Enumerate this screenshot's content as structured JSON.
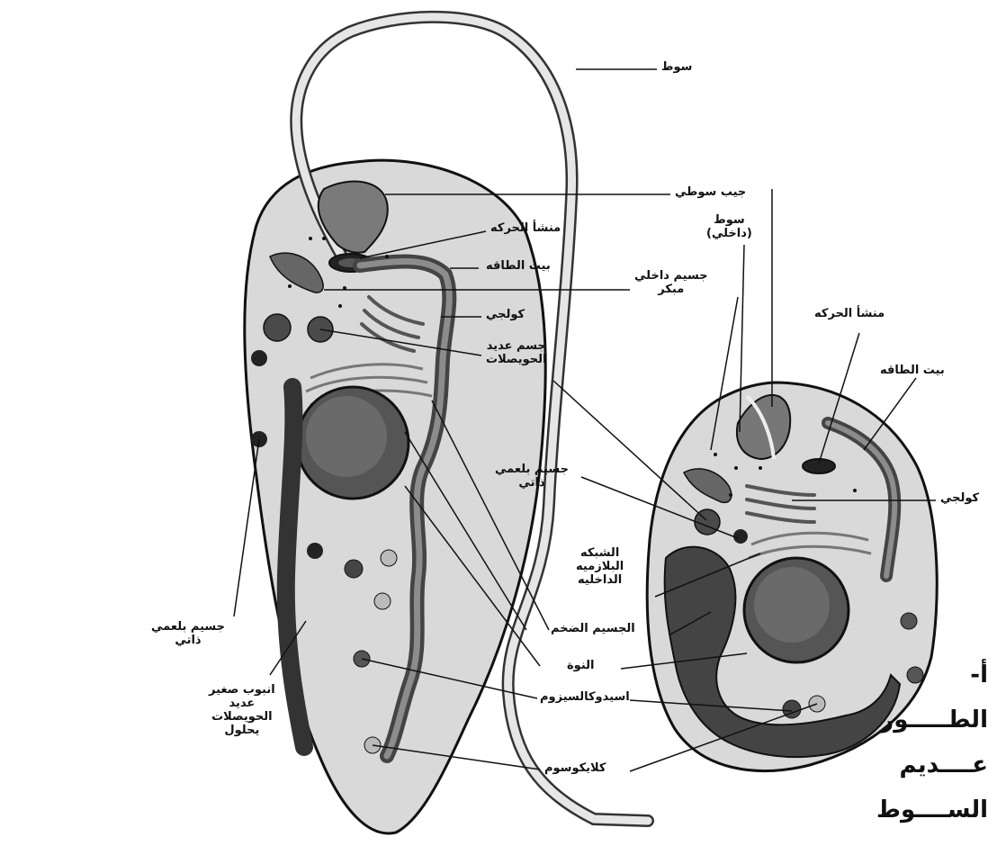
{
  "diagram": {
    "labels": {
      "flagellum": "سوط",
      "flagellar_pocket": "جيب سوطي",
      "kinetosome": "منشأ الحركه",
      "kinetoplast": "بيت الطاقه",
      "early_endosome": "جسيم داخلي\nمبكر",
      "golgi": "كولجي",
      "multivesicular_body": "جسم عديد\nالحويصلات",
      "autophagosome_mid": "جسيم بلعمي\nذاتي",
      "autophagosome_left": "جسيم بلعمي\nذاتي",
      "er": "الشبكه\nالبلازميه\nالداخليه",
      "megasome": "الجسيم الضخم",
      "nucleus": "النوة",
      "pseudolysosome": "اسيدوكالسيزوم",
      "glycosome": "كلايكوسوم",
      "mvt": "انبوب صغير\nعديد\nالحويصلات\nيحلول",
      "inner_flagellum": "سوط\n(داخلي)",
      "kinetosome_right": "منشأ الحركه",
      "kinetoplast_right": "بيت الطاقه",
      "golgi_right": "كولجي"
    },
    "side_caption": [
      "أ-",
      "الطـــــور",
      "عــــديم",
      "الســــوط"
    ]
  }
}
